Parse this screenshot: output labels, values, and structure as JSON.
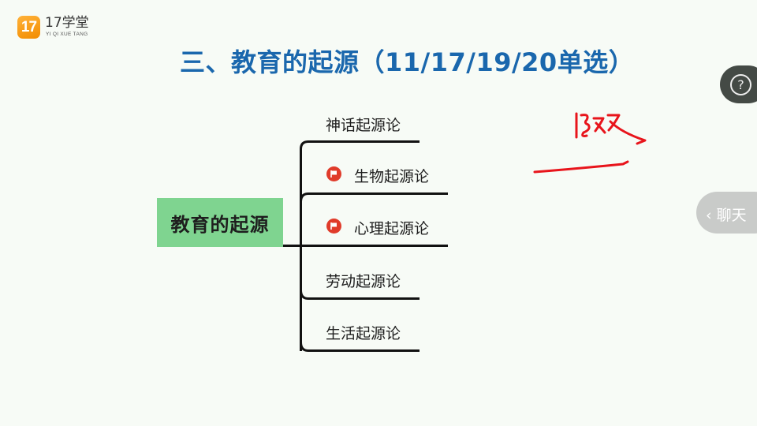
{
  "logo": {
    "mark": "17",
    "name": "17学堂",
    "subtitle": "YI QI XUE TANG",
    "color": "#f5960f"
  },
  "slide": {
    "title": "三、教育的起源（11/17/19/20单选）",
    "title_color": "#1a67ad",
    "mindmap": {
      "root": {
        "label": "教育的起源",
        "fill": "#7fd490"
      },
      "branches": [
        {
          "label": "神话起源论",
          "flag": false
        },
        {
          "label": "生物起源论",
          "flag": true,
          "icon": "red-flag-icon"
        },
        {
          "label": "心理起源论",
          "flag": true,
          "icon": "red-flag-icon"
        },
        {
          "label": "劳动起源论",
          "flag": false
        },
        {
          "label": "生活起源论",
          "flag": false
        }
      ]
    },
    "annotation": {
      "handwriting": "13双",
      "color": "#e8141b"
    }
  },
  "side": {
    "help_icon": "?",
    "chat_label": "聊天",
    "chat_chevron": "‹"
  }
}
